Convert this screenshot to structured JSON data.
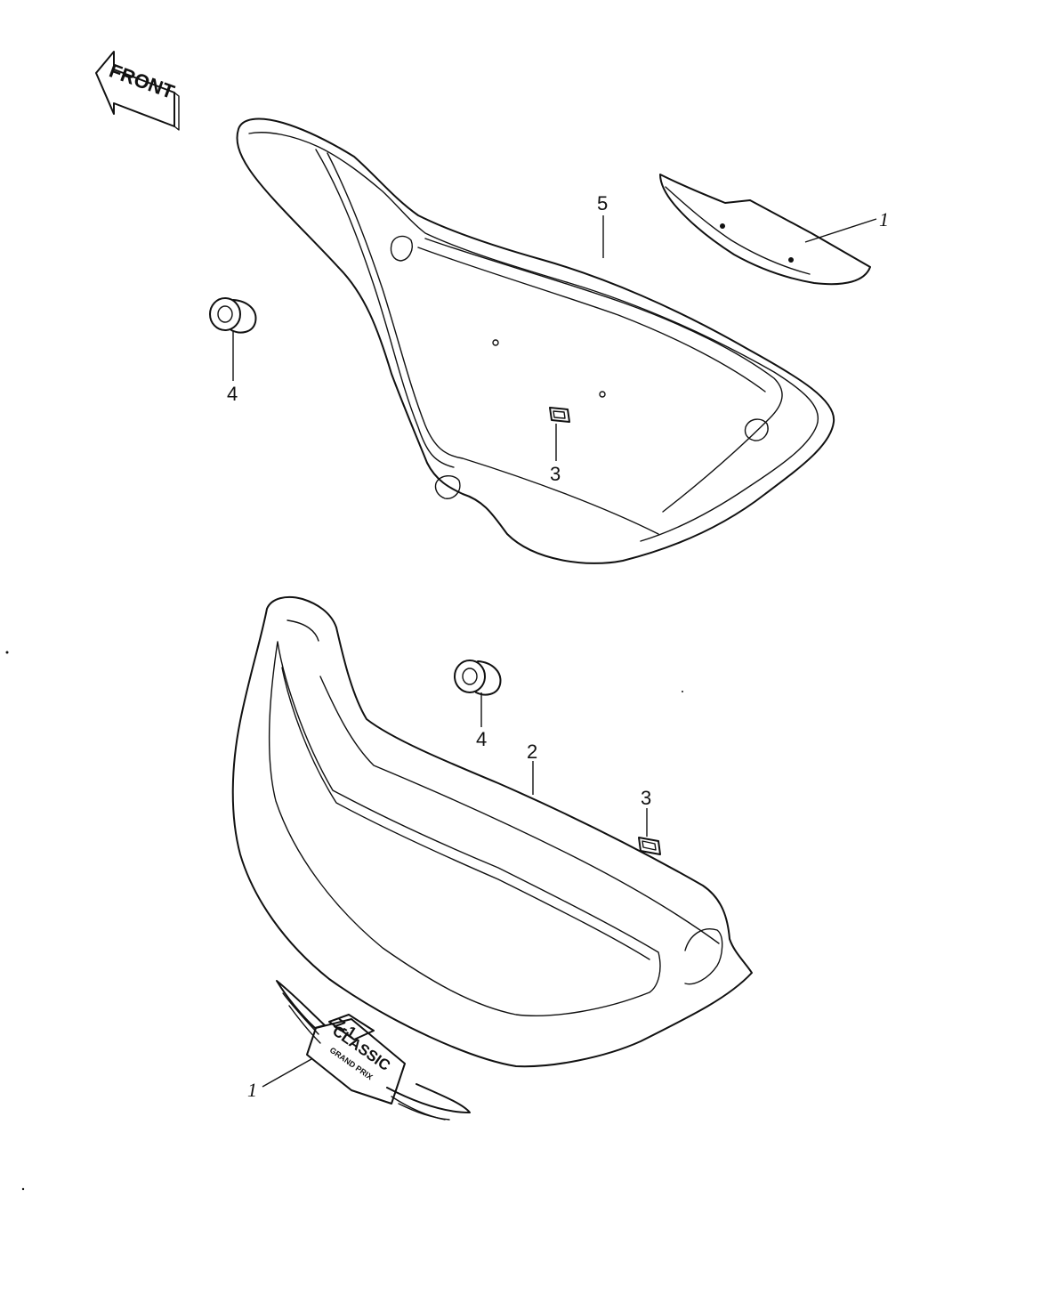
{
  "direction_arrow": {
    "label": "FRONT"
  },
  "callouts": {
    "upper_cover": "5",
    "upper_emblem": "1",
    "upper_grommet": "4",
    "upper_clip": "3",
    "lower_cover": "2",
    "lower_grommet": "4",
    "lower_clip": "3",
    "lower_emblem": "1"
  },
  "emblem_lower": {
    "badge": "Z-1",
    "word": "CLASSIC",
    "small": "GRAND PRIX"
  },
  "colors": {
    "line": "#111111",
    "background": "#ffffff"
  }
}
